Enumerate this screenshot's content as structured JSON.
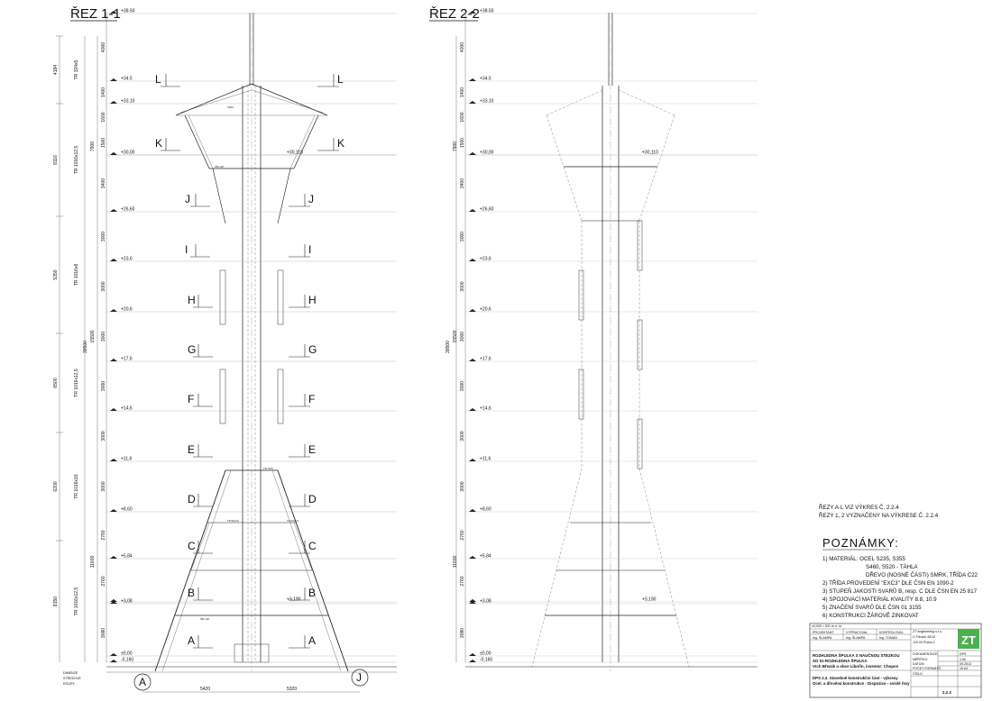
{
  "views": [
    {
      "title": "ŘEZ 1-1"
    },
    {
      "title": "ŘEZ 2-2"
    }
  ],
  "elevations": [
    "+38.50",
    "+34.5",
    "+33.10",
    "+30,110",
    "+30,00",
    "+26,60",
    "+23,6",
    "+20,6",
    "+17,6",
    "+14,6",
    "+11,6",
    "+8,60",
    "+5,84",
    "+3,190",
    "+3,08",
    "±0,00",
    "-0,160"
  ],
  "segment_dims_left": [
    "4000",
    "1400",
    "1600",
    "1500",
    "3400",
    "3000",
    "3000",
    "3000",
    "3000",
    "3000",
    "3000",
    "2760",
    "2760",
    "3080"
  ],
  "group_dims_left": [
    "7900",
    "15500",
    "11600",
    "38500"
  ],
  "outer_dims_left": [
    "4184",
    "8116",
    "5350",
    "6500",
    "6200",
    "8150"
  ],
  "column_labels_left": [
    "TR 324x5",
    "TR 1016x12,5",
    "TR 1016x8",
    "TR 1016x12,5",
    "TR 1016x16",
    "TR 1016x12,5"
  ],
  "section_letters": [
    "L",
    "K",
    "J",
    "I",
    "H",
    "G",
    "F",
    "E",
    "D",
    "C",
    "B",
    "A"
  ],
  "grid_axes": [
    "A",
    "J"
  ],
  "bottom_dims": [
    "5420",
    "5320"
  ],
  "member_labels": [
    "TR 76x5",
    "TR 60x3,6",
    "IPE 120",
    "IPE 140",
    "KR16",
    "TR 60x3,6"
  ],
  "dimenze_label": [
    "DIMENZE",
    "STŘEDOVÉ",
    "ROURY"
  ],
  "refs_note": [
    "ŘEZY A-L VIZ VÝKRES Č. 2.2.4",
    "ŘEZY 1, 2 VYZNAČENY NA VÝKRESE Č. 2.2.4"
  ],
  "notes": {
    "heading": "POZNÁMKY:",
    "items": [
      "1) MATERIÁL: OCEL S235, S355",
      "S460, S520 - TÁHLA",
      "DŘEVO (NOSNÉ ČÁSTI) SMRK, TŘÍDA C22",
      "2) TŘÍDA PROVEDENÍ \"EXC3\" DLE ČSN EN 1090-2",
      "3) STUPEŇ JAKOSTI SVARŮ B, resp. C DLE ČSN EN 25 817",
      "4) SPOJOVACÍ MATERIÁL KVALITY 8.8, 10.9",
      "5) ZNAČENÍ SVARŮ DLE ČSN 01 3155",
      "6) KONSTRUKCI ŽÁROVĚ ZINKOVAT"
    ]
  },
  "title_block": {
    "header_left": "±0,000 = 531 m n. m.",
    "cols": [
      "PROJEKTANT",
      "VYPRACOVAL",
      "KONTROLOVAL"
    ],
    "names": [
      "Ing. ŠLAMPA",
      "Ing. ŠLAMPA",
      "Ing. TOMAN"
    ],
    "firm": [
      "ZT engineering s.r.o.",
      "U Tržnice 45/10",
      "120 00 Praha 2"
    ],
    "project": [
      "ROZHLEDNA ŠPULKA S NAUČNOU STEZKOU",
      "SO 01-ROZHLEDNA ŠPULKA",
      "Vrch Březák u obce Libořín, investor: Chopos"
    ],
    "drawing": [
      "DPS 2.2. Stavebně konstrukční část - výkresy",
      "Ocel. a dřevěná konstrukce - Dispozice - svislé řezy"
    ],
    "info_labels": [
      "DOKUMENTACE",
      "MĚŘÍTKO",
      "DATUM",
      "POČET FORMÁTŮ",
      "ČÍSLO"
    ],
    "info_values": [
      "DPS",
      "1:50",
      "09.2013",
      "16 A4",
      "2.2.3"
    ],
    "number": "2.2.3",
    "logo_text": "ZT"
  }
}
